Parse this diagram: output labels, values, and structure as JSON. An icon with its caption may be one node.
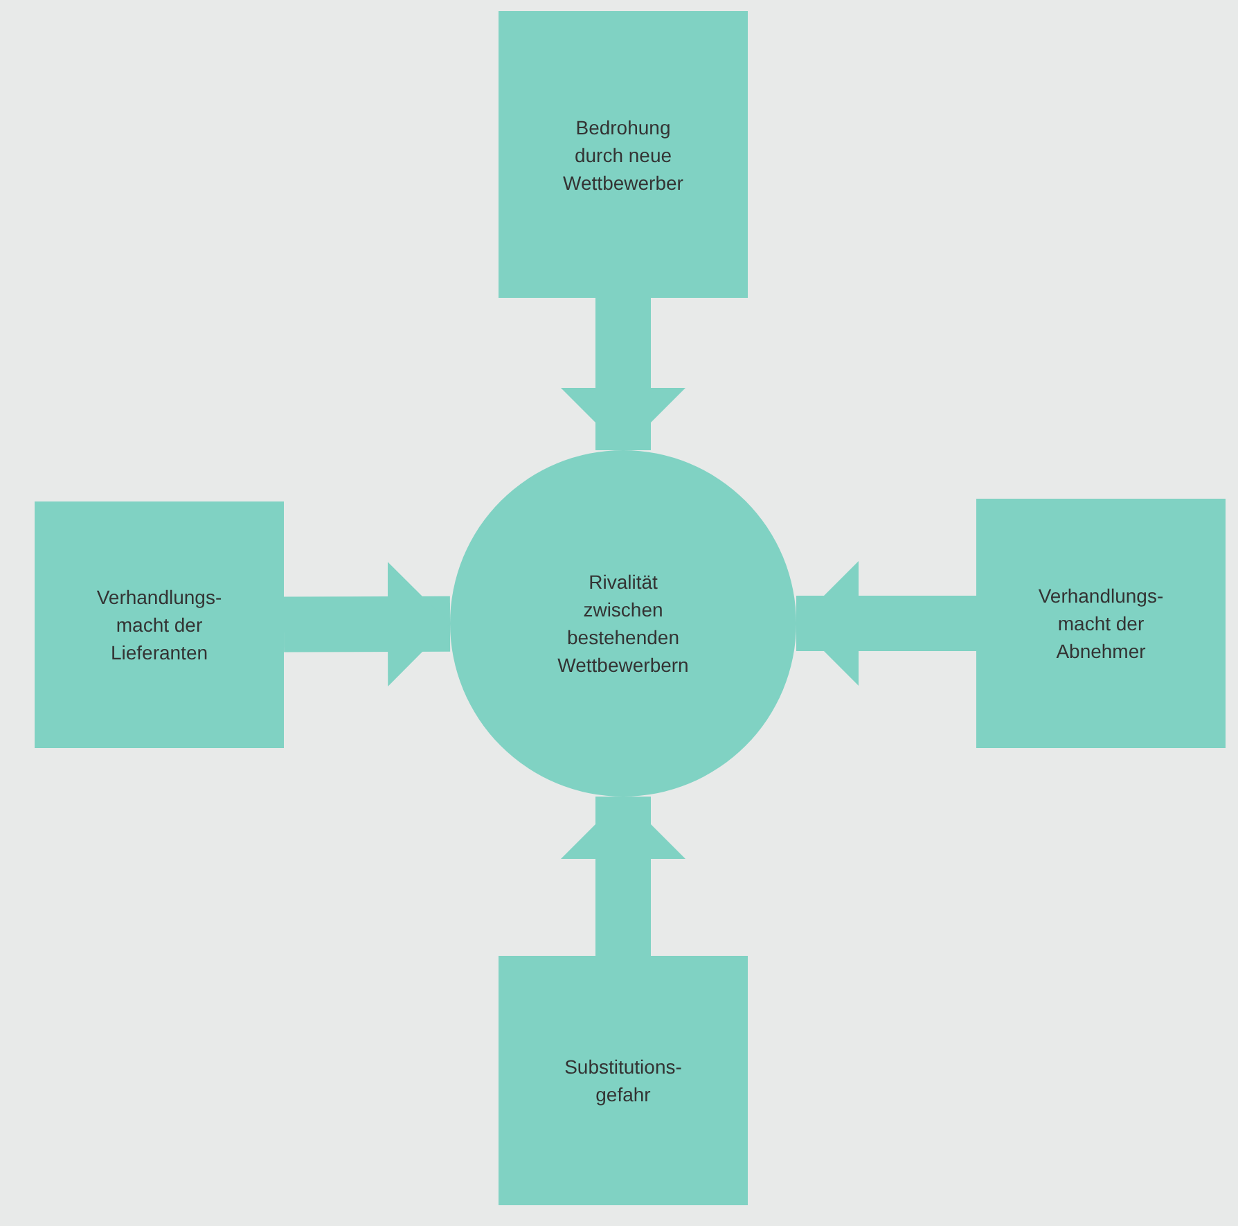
{
  "diagram": {
    "nodes": [
      {
        "text": [
          "Bedrohung durch neue Wettbewerber"
        ]
      },
      {
        "text": [
          "Verhandlungs-macht der Lieferanten"
        ]
      },
      {
        "text": [
          "Rivalität zwischen bestehenden Wettbewerbern"
        ]
      },
      {
        "text": [
          "Verhandlungs-macht der Abnehmer"
        ]
      },
      {
        "text": [
          "Substitutions-gefahr"
        ]
      }
    ],
    "edges": [
      {
        "from": 0,
        "to": 2,
        "arrow": "to"
      },
      {
        "from": 1,
        "to": 2,
        "arrow": "to"
      },
      {
        "from": 3,
        "to": 2,
        "arrow": "to"
      },
      {
        "from": 4,
        "to": 2,
        "arrow": "to"
      }
    ]
  }
}
